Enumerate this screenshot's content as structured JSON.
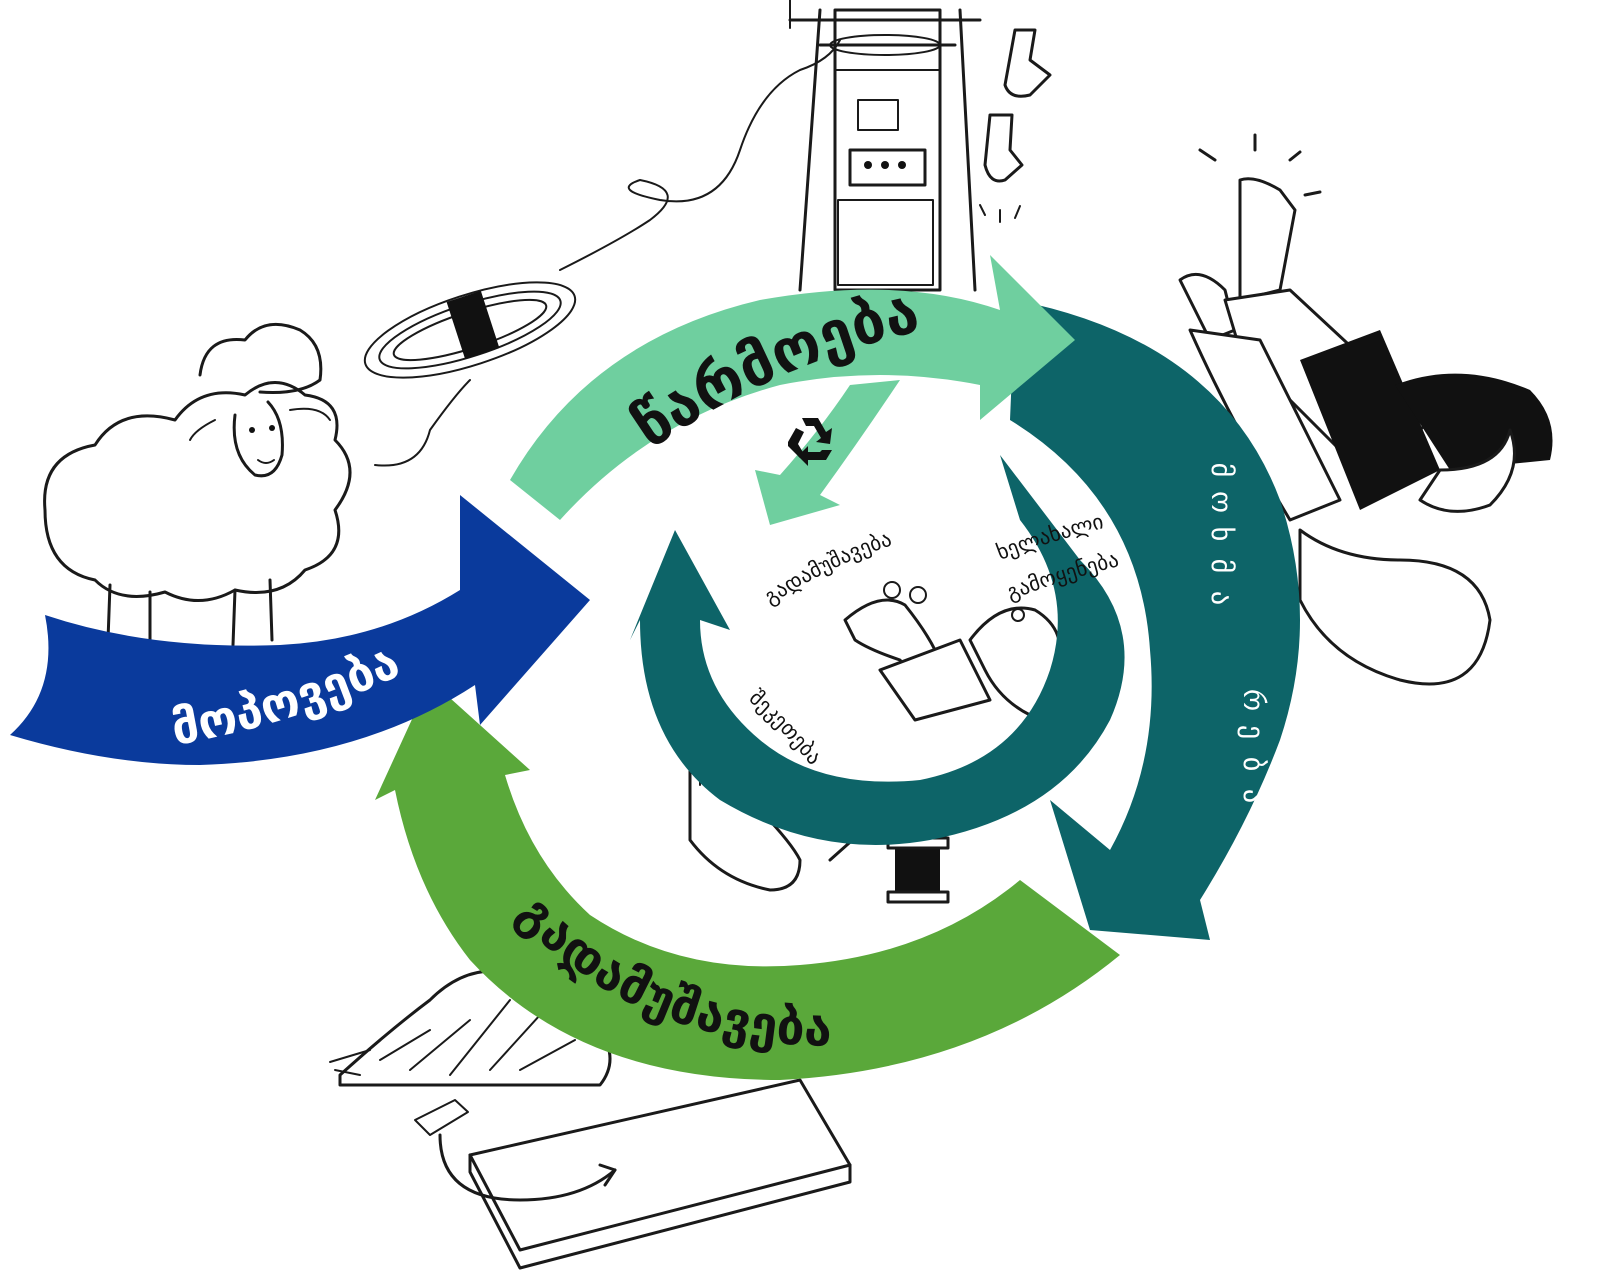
{
  "stages": {
    "extraction": {
      "label": "მოპოვება",
      "color": "#0a3a9c"
    },
    "production": {
      "label": "წარმოება",
      "color": "#6fcf9f"
    },
    "use": {
      "label": "მოხმარება",
      "color": "#0d6468"
    },
    "recycling": {
      "label": "გადამუშავება",
      "color": "#5aa83a"
    }
  },
  "inner_loop": {
    "recycling_label": "გადამუშავება",
    "reuse_label": "ხელახალი გამოყენება",
    "repair_label": "შეკეთება"
  },
  "icons": {
    "center": "recycle-icon"
  }
}
